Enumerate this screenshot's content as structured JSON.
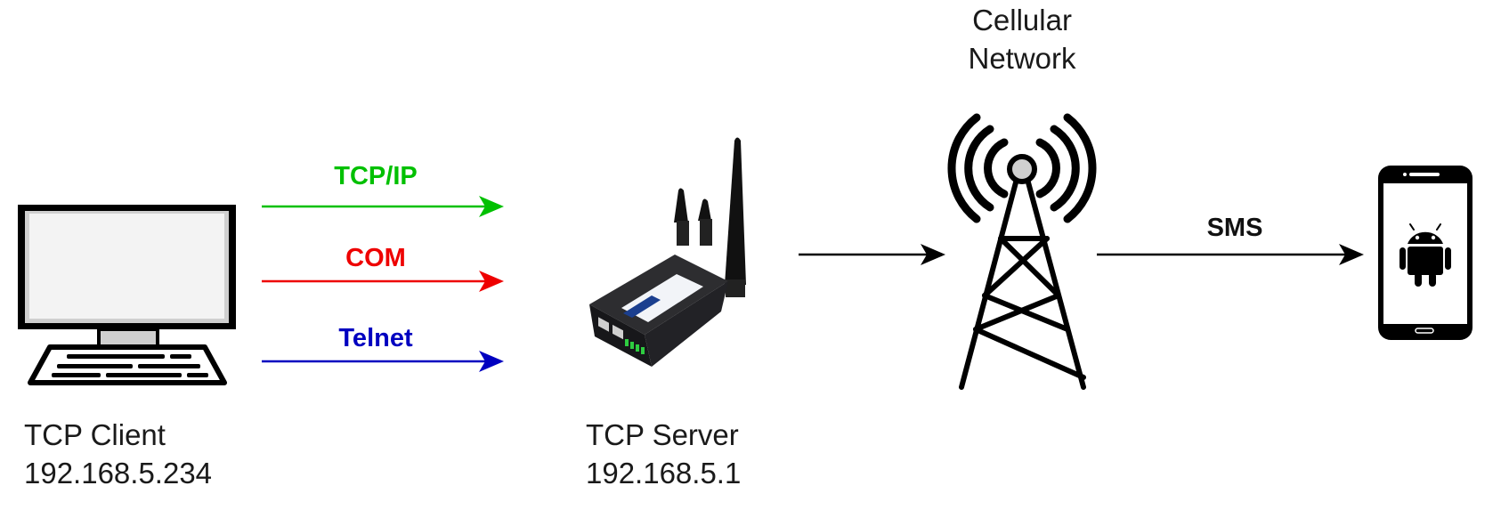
{
  "nodes": {
    "client": {
      "name": "TCP Client",
      "ip": "192.168.5.234",
      "icon": "desktop-computer-icon"
    },
    "server": {
      "name": "TCP Server",
      "ip": "192.168.5.1",
      "icon": "router-icon"
    },
    "network": {
      "line1": "Cellular",
      "line2": "Network",
      "icon": "cell-tower-icon"
    },
    "phone": {
      "icon": "android-phone-icon"
    }
  },
  "connections": {
    "tcpip": {
      "label": "TCP/IP",
      "color": "#00c000"
    },
    "com": {
      "label": "COM",
      "color": "#ee0000"
    },
    "telnet": {
      "label": "Telnet",
      "color": "#0000c0"
    },
    "router_to_tower": {
      "color": "#000000"
    },
    "sms": {
      "label": "SMS",
      "color": "#000000"
    }
  }
}
